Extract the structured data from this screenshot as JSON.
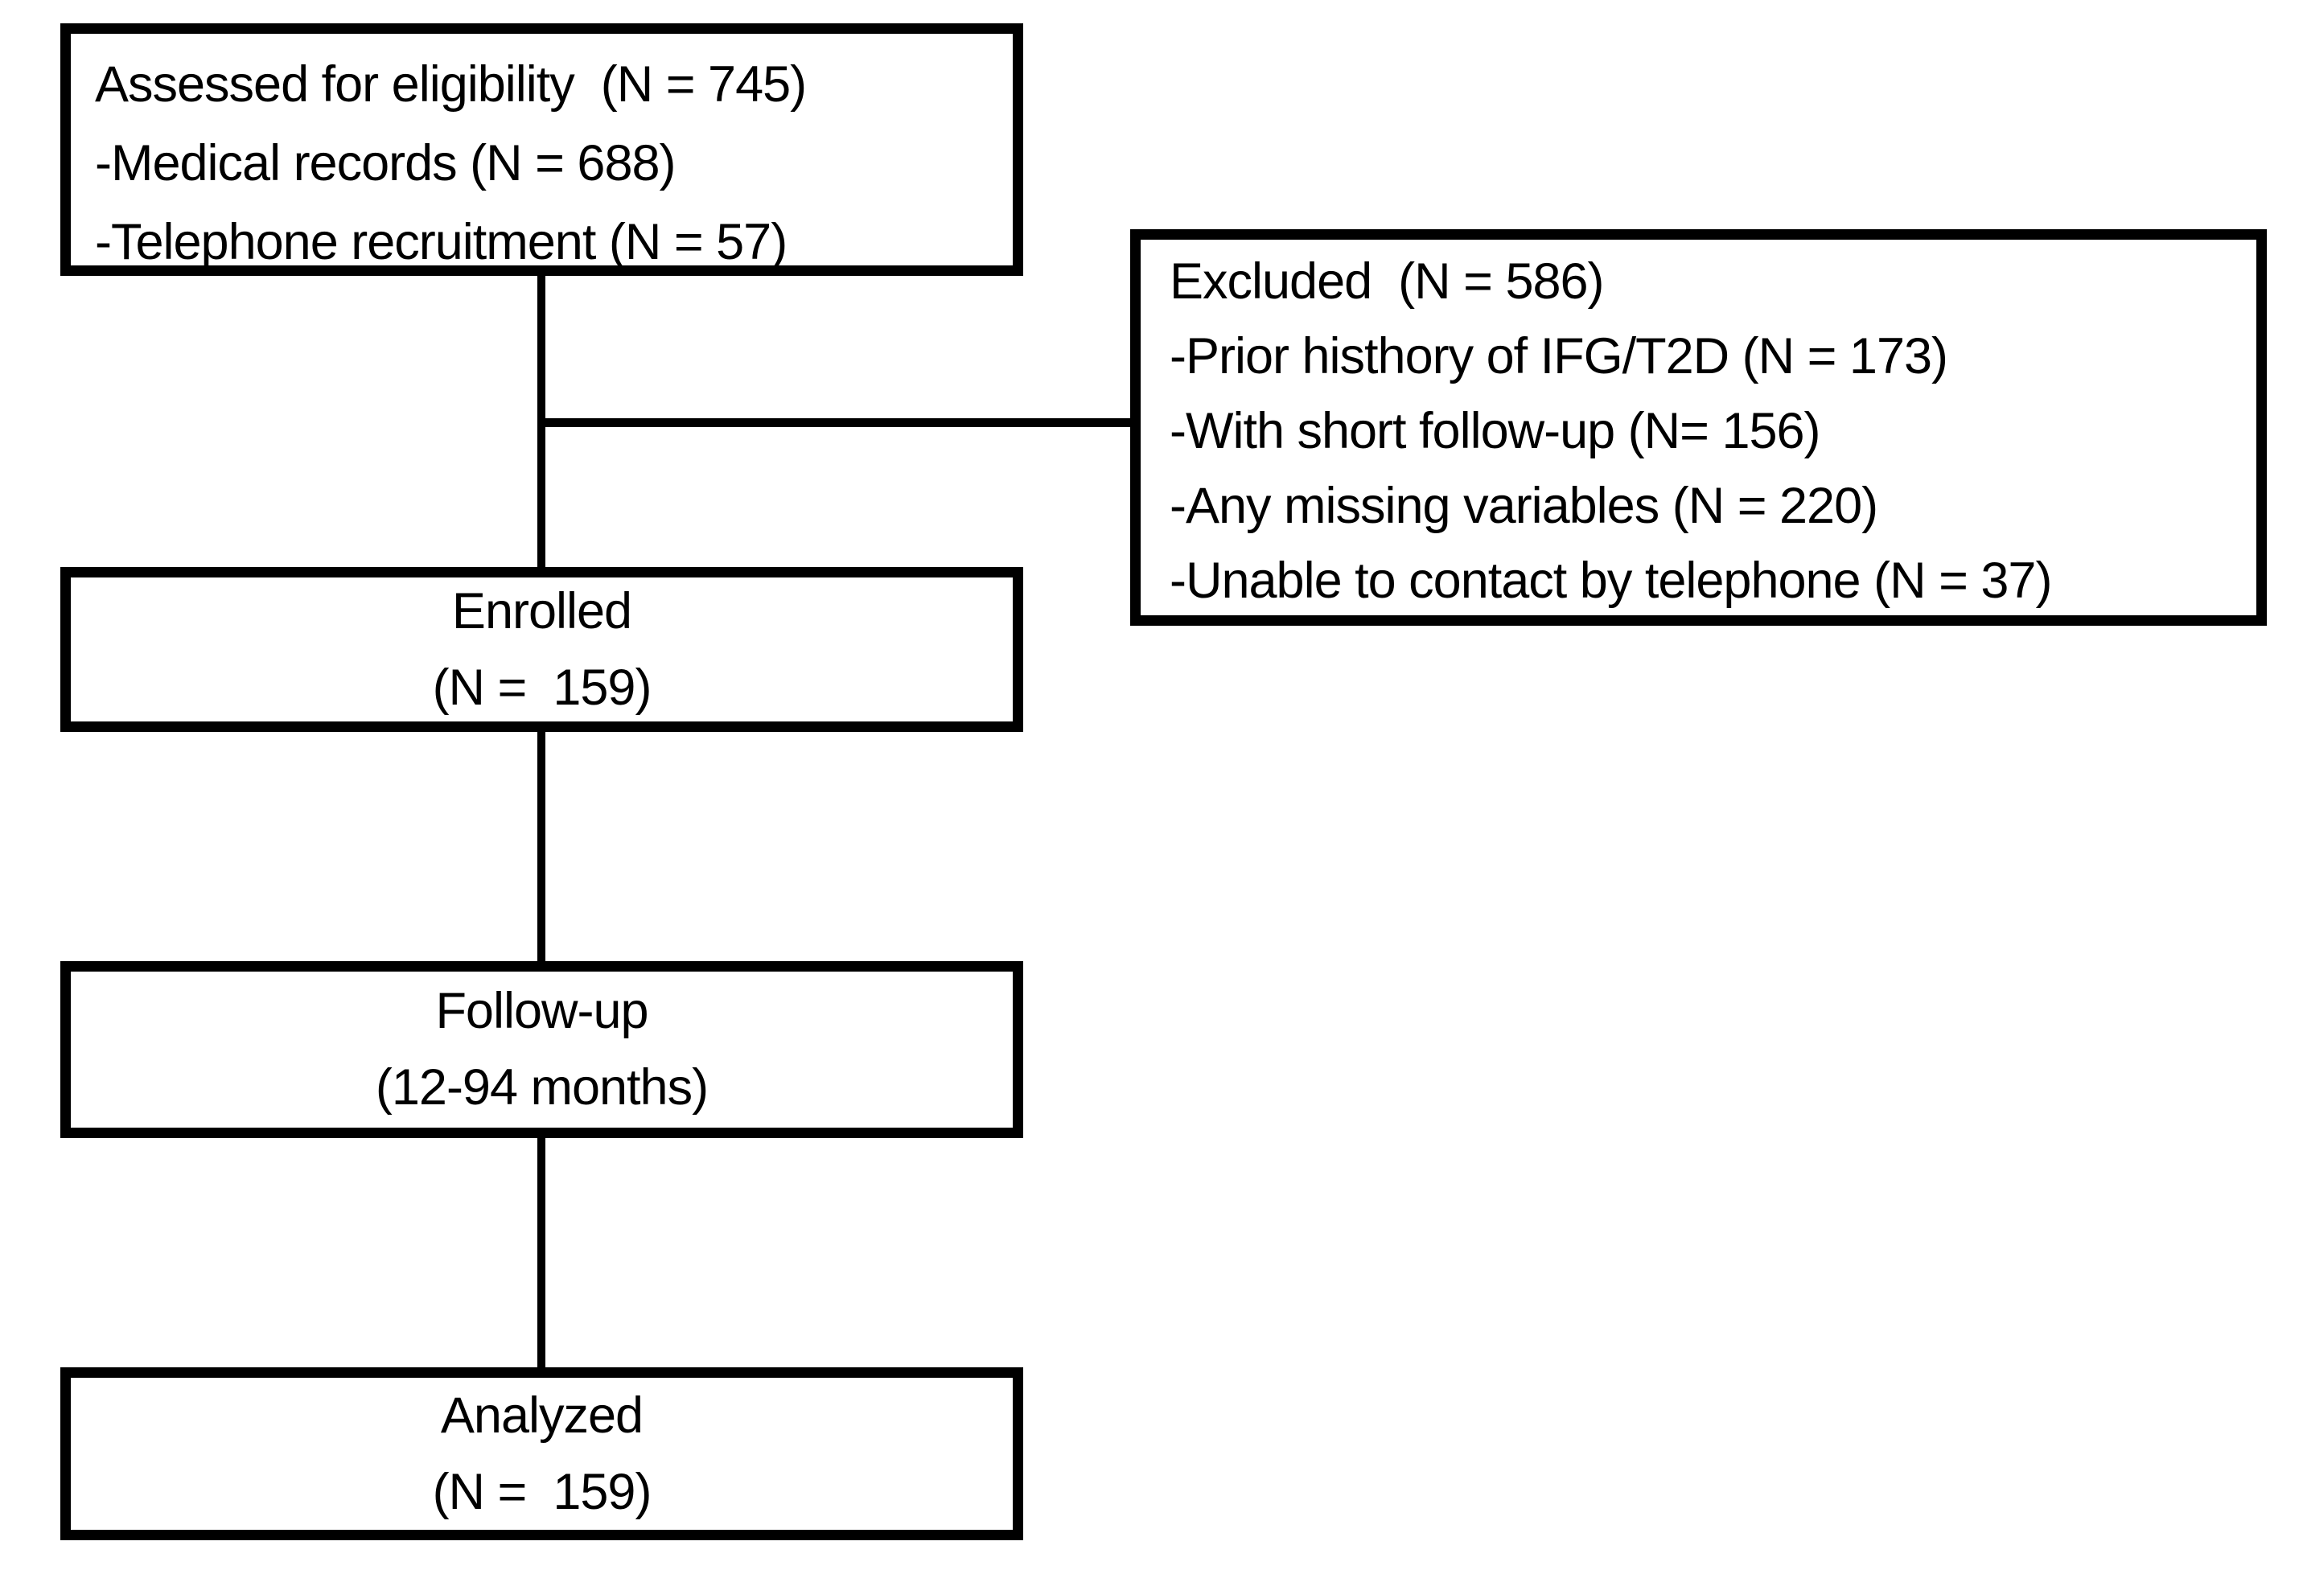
{
  "figure_type": "patient-flow-diagram",
  "colors": {
    "border": "#000000",
    "text": "#000000",
    "background": "#ffffff"
  },
  "boxes": {
    "assessed": {
      "lines": [
        "Assessed for eligibility  (N = 745)",
        "-Medical records (N = 688)",
        "-Telephone recruitment (N = 57)"
      ]
    },
    "excluded": {
      "lines": [
        "Excluded  (N = 586)",
        "-Prior histhory of IFG/T2D (N = 173)",
        "-With short follow-up (N= 156)",
        "-Any missing variables (N = 220)",
        "-Unable to contact by telephone (N = 37)"
      ]
    },
    "enrolled": {
      "lines": [
        "Enrolled",
        "(N =  159)"
      ]
    },
    "followup": {
      "lines": [
        "Follow-up",
        "(12-94 months)"
      ]
    },
    "analyzed": {
      "lines": [
        "Analyzed",
        "(N =  159)"
      ]
    }
  }
}
